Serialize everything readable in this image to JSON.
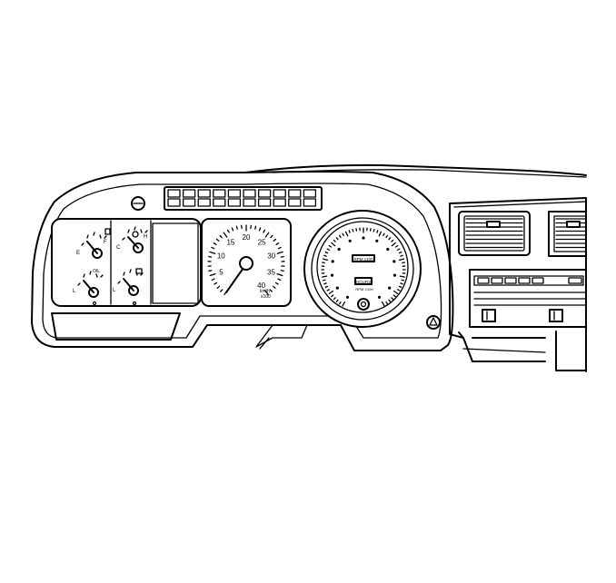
{
  "speedometer": {
    "labels": [
      "5",
      "10",
      "15",
      "20",
      "25",
      "30",
      "35",
      "40"
    ],
    "unit_small": "km/h",
    "unit_small2": "x100"
  },
  "tachometer": {
    "brand_top": "RPM x100",
    "brand_bottom": "HOURS",
    "bottom_text": "RPM X100"
  },
  "colors": {
    "line": "#000000",
    "background": "#ffffff"
  }
}
